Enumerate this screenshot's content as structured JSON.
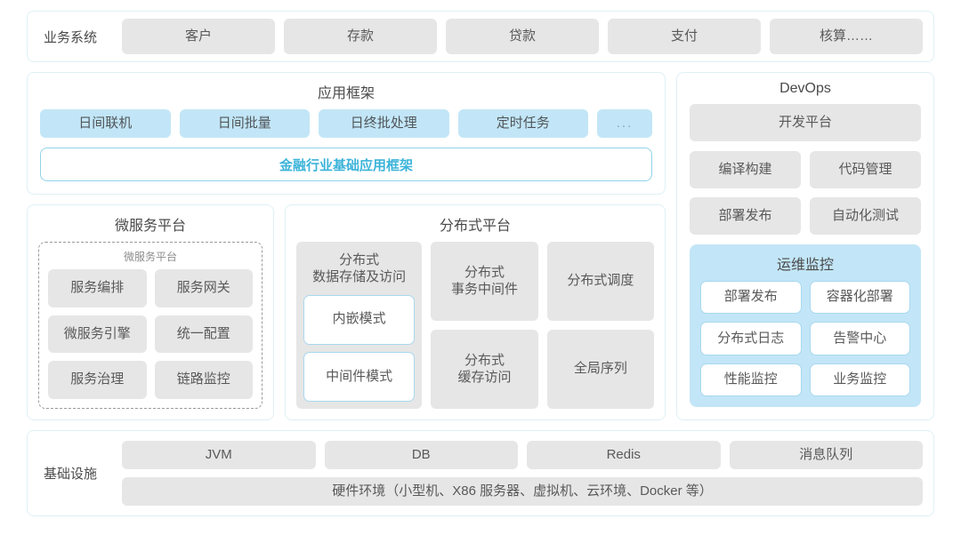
{
  "business_row": {
    "label": "业务系统",
    "items": [
      "客户",
      "存款",
      "贷款",
      "支付",
      "核算……"
    ]
  },
  "app_framework": {
    "title": "应用框架",
    "chips": [
      "日间联机",
      "日间批量",
      "日终批处理",
      "定时任务"
    ],
    "more_chip": "...",
    "finance_bar": "金融行业基础应用框架"
  },
  "microservice": {
    "title": "微服务平台",
    "inner_title": "微服务平台",
    "items": [
      "服务编排",
      "服务网关",
      "微服务引擎",
      "统一配置",
      "服务治理",
      "链路监控"
    ]
  },
  "distributed": {
    "title": "分布式平台",
    "column1": {
      "title": "分布式\n数据存储及访问",
      "title_line1": "分布式",
      "title_line2": "数据存储及访问",
      "modes": [
        "内嵌模式",
        "中间件模式"
      ]
    },
    "cells": [
      {
        "line1": "分布式",
        "line2": "事务中间件"
      },
      {
        "line1": "分布式调度",
        "line2": ""
      },
      {
        "line1": "分布式",
        "line2": "缓存访问"
      },
      {
        "line1": "全局序列",
        "line2": ""
      }
    ]
  },
  "devops": {
    "title": "DevOps",
    "dev_platform": "开发平台",
    "items": [
      "编译构建",
      "代码管理",
      "部署发布",
      "自动化测试"
    ],
    "ops": {
      "title": "运维监控",
      "items": [
        "部署发布",
        "容器化部署",
        "分布式日志",
        "告警中心",
        "性能监控",
        "业务监控"
      ]
    }
  },
  "infrastructure": {
    "label": "基础设施",
    "items": [
      "JVM",
      "DB",
      "Redis",
      "消息队列"
    ],
    "hardware": "硬件环境（小型机、X86 服务器、虚拟机、云环境、Docker 等）"
  },
  "colors": {
    "card_border": "#dff0f6",
    "chip_gray": "#e6e6e6",
    "chip_blue": "#c2e6f7",
    "accent_cyan": "#3bb3d9",
    "text": "#4a4a4a"
  }
}
